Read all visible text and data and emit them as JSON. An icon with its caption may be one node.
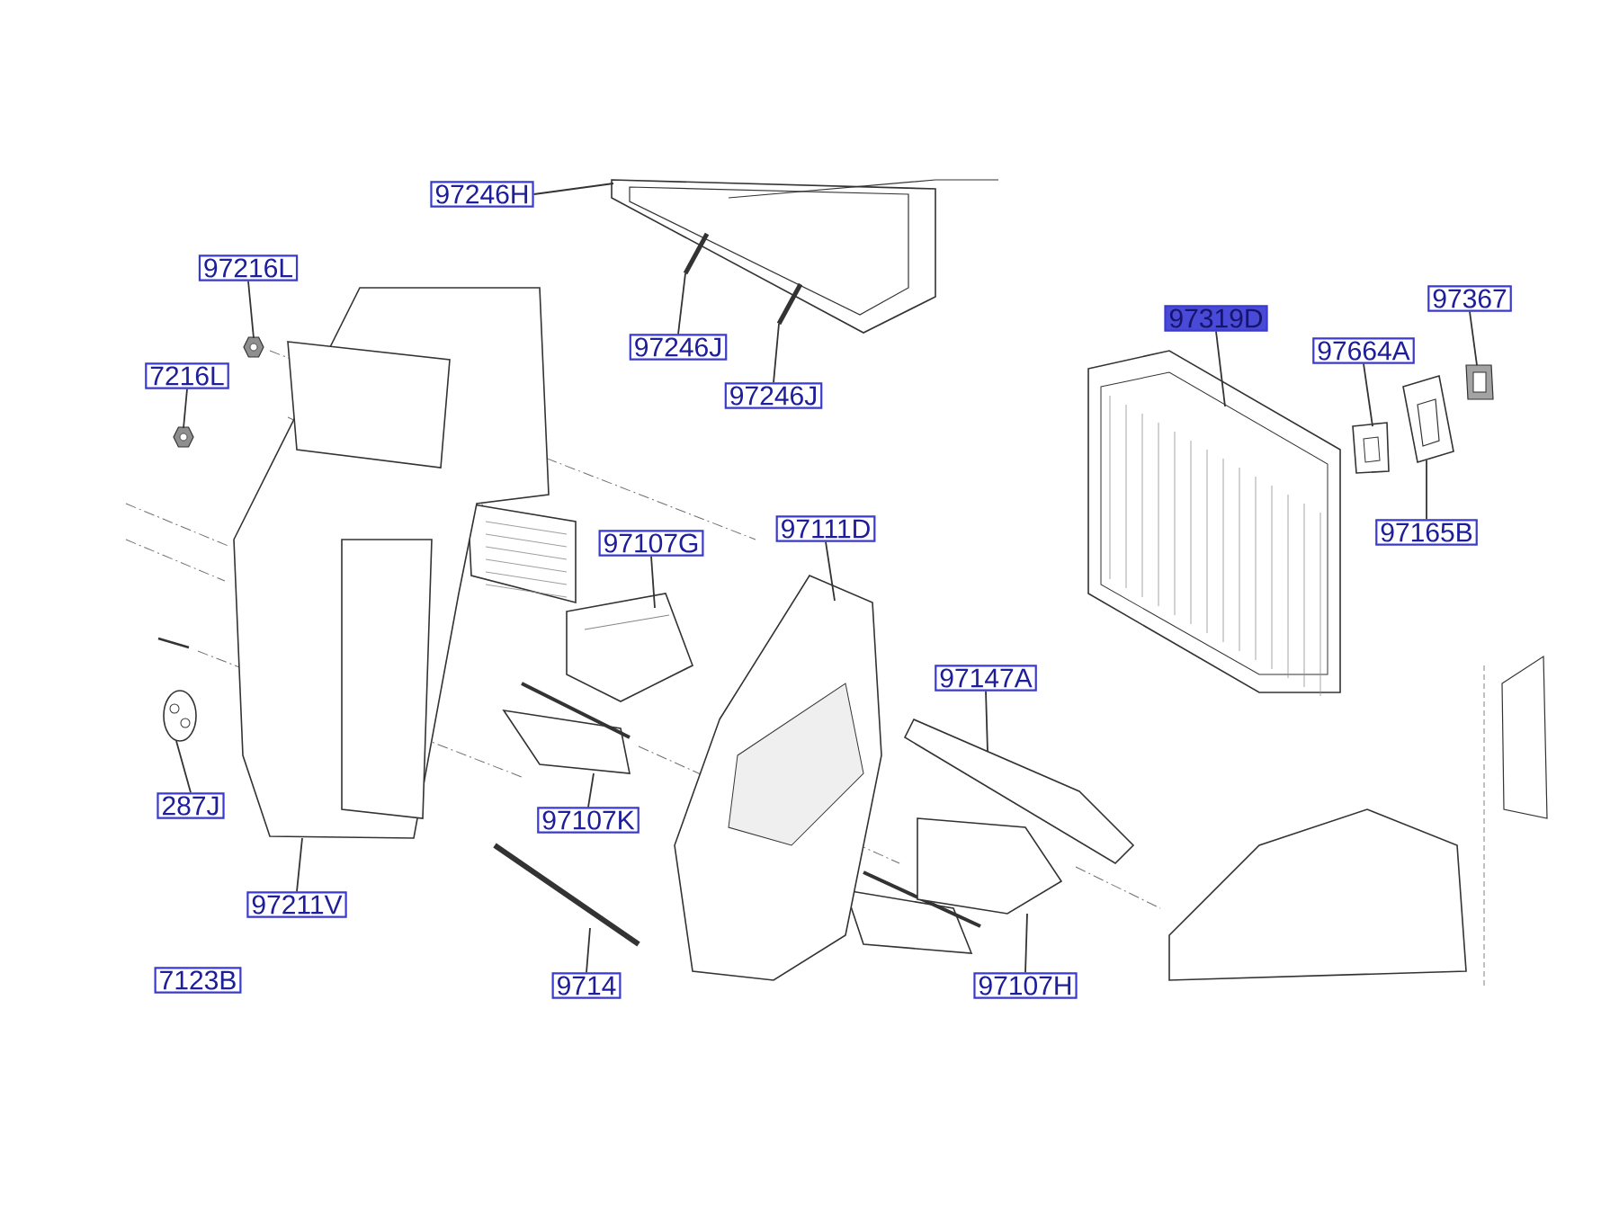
{
  "diagram": {
    "nodes": [
      {
        "text": [
          "97246H"
        ]
      },
      {
        "text": [
          "97216L"
        ]
      },
      {
        "text": [
          "7216L"
        ]
      },
      {
        "text": [
          "97246J"
        ]
      },
      {
        "text": [
          "97246J"
        ]
      },
      {
        "text": [
          "97319D"
        ]
      },
      {
        "text": [
          "97664A"
        ]
      },
      {
        "text": [
          "97367"
        ]
      },
      {
        "text": [
          "97165B"
        ]
      },
      {
        "text": [
          "97107G"
        ]
      },
      {
        "text": [
          "97111D"
        ]
      },
      {
        "text": [
          "97147A"
        ]
      },
      {
        "text": [
          "97107K"
        ]
      },
      {
        "text": [
          "287J"
        ]
      },
      {
        "text": [
          "97211V"
        ]
      },
      {
        "text": [
          "7123B"
        ]
      },
      {
        "text": [
          "9714"
        ]
      },
      {
        "text": [
          "97107H"
        ]
      },
      {
        "text": [],
        "shape": "picture"
      },
      {
        "text": [],
        "shape": "picture"
      },
      {
        "text": [],
        "shape": "picture"
      },
      {
        "text": [],
        "shape": "picture"
      },
      {
        "text": [],
        "shape": "picture"
      },
      {
        "text": [],
        "shape": "picture"
      },
      {
        "text": [],
        "shape": "picture"
      },
      {
        "text": [],
        "shape": "picture"
      },
      {
        "text": [],
        "shape": "picture"
      },
      {
        "text": [],
        "shape": "picture"
      },
      {
        "text": [],
        "shape": "picture"
      },
      {
        "text": [],
        "shape": "picture"
      },
      {
        "text": [],
        "shape": "picture"
      },
      {
        "text": [],
        "shape": "picture"
      },
      {
        "text": [],
        "shape": "picture"
      },
      {
        "text": [],
        "shape": "picture"
      },
      {
        "text": [],
        "shape": "picture"
      }
    ],
    "edges": [
      {
        "from": 0,
        "to": 24,
        "arrow": "none"
      },
      {
        "from": 1,
        "to": 18,
        "arrow": "none"
      },
      {
        "from": 2,
        "to": 19,
        "arrow": "none"
      },
      {
        "from": 3,
        "to": 25,
        "arrow": "none"
      },
      {
        "from": 4,
        "to": 26,
        "arrow": "none"
      },
      {
        "from": 5,
        "to": 27,
        "arrow": "none"
      },
      {
        "from": 6,
        "to": 22,
        "arrow": "none"
      },
      {
        "from": 7,
        "to": 21,
        "arrow": "none"
      },
      {
        "from": 8,
        "to": 23,
        "arrow": "none"
      },
      {
        "from": 9,
        "to": 28,
        "arrow": "none"
      },
      {
        "from": 10,
        "to": 29,
        "arrow": "none"
      },
      {
        "from": 11,
        "to": 30,
        "arrow": "none"
      },
      {
        "from": 12,
        "to": 31,
        "arrow": "none"
      },
      {
        "from": 13,
        "to": 20,
        "arrow": "none"
      },
      {
        "from": 14,
        "to": 32,
        "arrow": "none"
      },
      {
        "from": 16,
        "to": 33,
        "arrow": "none"
      },
      {
        "from": 17,
        "to": 34,
        "arrow": "none"
      }
    ]
  }
}
